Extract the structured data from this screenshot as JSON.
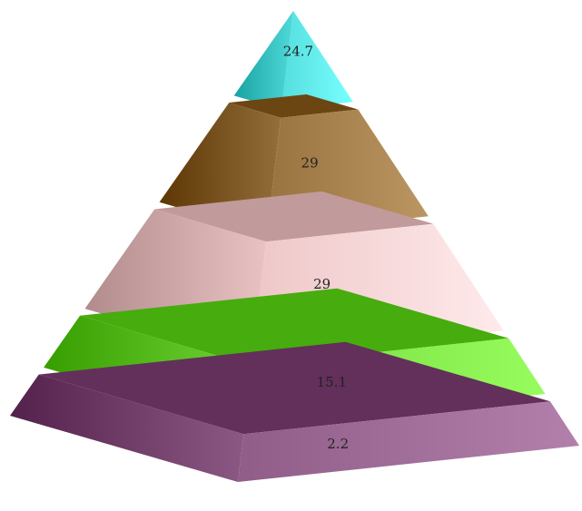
{
  "chart_data": {
    "type": "pyramid",
    "title": "",
    "layers": [
      {
        "value": 24.7,
        "label": "24.7",
        "color": "#55dede"
      },
      {
        "value": 29,
        "label": "29",
        "color": "#99733f"
      },
      {
        "value": 29,
        "label": "29",
        "color": "#eec7c8"
      },
      {
        "value": 15.1,
        "label": "15.1",
        "color": "#74d93a"
      },
      {
        "value": 2.2,
        "label": "2.2",
        "color": "#8f5d88"
      }
    ],
    "order": "top-to-bottom",
    "grid": false,
    "legend": "none"
  }
}
